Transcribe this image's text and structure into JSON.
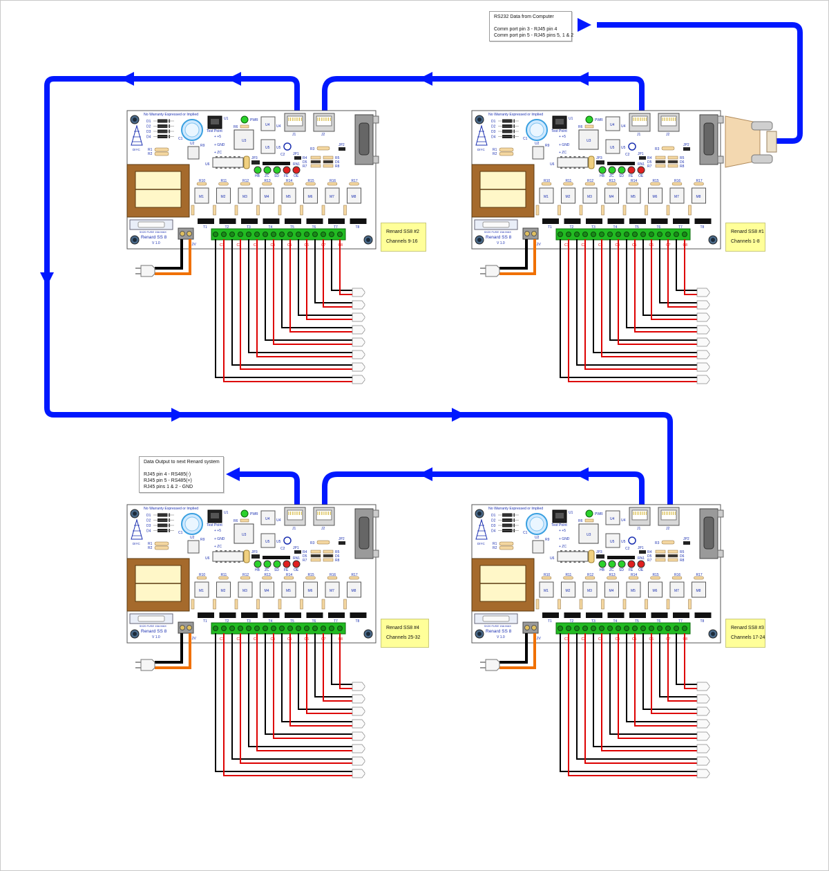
{
  "notes": {
    "input": {
      "lines": [
        "RS232 Data from Computer",
        "",
        "Comm port pin 3 - RJ45 pin 4",
        "Comm port pin 5 - RJ45 pins 5, 1 & 2"
      ]
    },
    "output": {
      "lines": [
        "Data Output to next Renard system",
        "",
        "RJ45 pin 4 - RS485(-)",
        "RJ45 pin 5 - RS485(+)",
        "RJ45 pins 1 & 2 - GND"
      ]
    }
  },
  "board_text": {
    "warranty": "No Warranty Expressed or Implied",
    "name": "Renard  SS 8",
    "version": "V 1.0",
    "fuse": "5X20  FUSE  15A  MAX",
    "test_point": "Test Point",
    "plus5": "+ +5",
    "gnd": "+ GND",
    "zc": "+ ZC",
    "pwr": "PWR",
    "v12": "12V",
    "doyc": "DIYC",
    "leds": [
      "HB",
      "ZC",
      "SD",
      "FE",
      "OE"
    ],
    "diodes": [
      "D1",
      "D2",
      "D3",
      "D4"
    ],
    "res_left": [
      "R1",
      "R2"
    ],
    "res_right_a": [
      "R4",
      "D5",
      "R7"
    ],
    "res_right_b": [
      "R5",
      "D6",
      "R8"
    ],
    "r_top": [
      "R10",
      "R11",
      "R12",
      "R13",
      "R14",
      "R15",
      "R16",
      "R17"
    ],
    "opto": [
      "M1",
      "M2",
      "M3",
      "M4",
      "M5",
      "M6",
      "M7",
      "M8"
    ],
    "triac": [
      "T1",
      "T2",
      "T3",
      "T4",
      "T5",
      "T6",
      "T7",
      "T8"
    ],
    "channels": [
      "C1",
      "C2",
      "C3",
      "C4",
      "C5",
      "C6",
      "C7",
      "C8"
    ],
    "parts": {
      "u1": "U1",
      "u2": "U2",
      "u3": "U3",
      "u4": "U4",
      "u5": "U5",
      "u6": "U6",
      "c1": "C1",
      "c2": "C2",
      "j1": "J1",
      "j2": "J2",
      "jp1": "JP1",
      "jp2": "JP2",
      "jp3": "JP3",
      "rn1": "RN1",
      "r3": "R3",
      "r6": "R6",
      "r9": "R9"
    }
  },
  "boards": [
    {
      "title": "Renard SS8 #2",
      "channels": "Channels 9-16"
    },
    {
      "title": "Renard SS8 #1",
      "channels": "Channels 1-8"
    },
    {
      "title": "Renard SS8 #4",
      "channels": "Channels 25-32"
    },
    {
      "title": "Renard SS8 #3",
      "channels": "Channels 17-24"
    }
  ],
  "colors": {
    "data_cable": "#0018ff",
    "board_bg": "#ffffff",
    "board_text": "#1a2fb0",
    "terminal_green": "#22bb22",
    "wire_red": "#dd0000",
    "wire_black": "#000000",
    "power_orange": "#f07000",
    "transformer_brown": "#a56a2c",
    "transformer_cream": "#fff7c8",
    "label_yellow": "#ffff99"
  }
}
